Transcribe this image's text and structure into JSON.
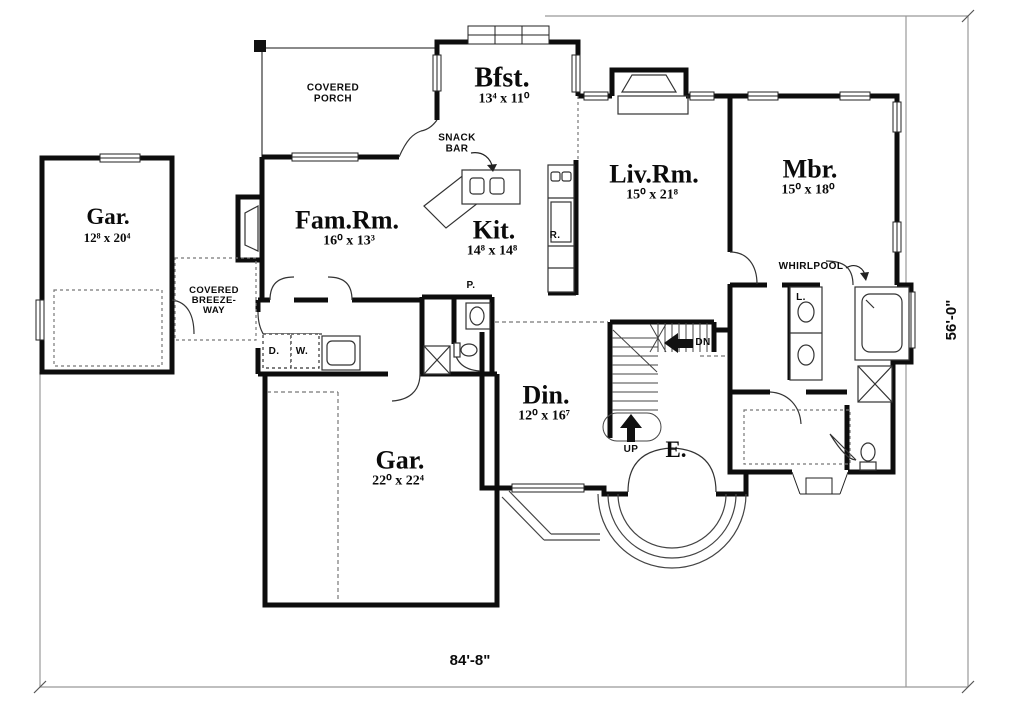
{
  "rooms": {
    "bfst": {
      "name": "Bfst.",
      "dims": "13⁴ x 11⁰"
    },
    "fam": {
      "name": "Fam.Rm.",
      "dims": "16⁰ x 13³"
    },
    "kit": {
      "name": "Kit.",
      "dims": "14⁸ x 14⁸"
    },
    "liv": {
      "name": "Liv.Rm.",
      "dims": "15⁰ x 21⁸"
    },
    "mbr": {
      "name": "Mbr.",
      "dims": "15⁰ x 18⁰"
    },
    "gar_small": {
      "name": "Gar.",
      "dims": "12⁸ x 20⁴"
    },
    "din": {
      "name": "Din.",
      "dims": "12⁰ x 16⁷"
    },
    "gar_main": {
      "name": "Gar.",
      "dims": "22⁰ x 22⁴"
    },
    "entry": {
      "name": "E."
    }
  },
  "labels": {
    "covered_porch": "COVERED\nPORCH",
    "breezeway": "COVERED\nBREEZE-\nWAY",
    "snack_bar": "SNACK\nBAR",
    "whirlpool": "WHIRLPOOL",
    "up": "UP",
    "dn": "DN",
    "dryer": "D.",
    "washer": "W.",
    "pantry": "P.",
    "refrigerator": "R.",
    "lavatory": "L."
  },
  "dimensions": {
    "width": "84'-8\"",
    "depth": "56'-0\""
  },
  "colors": {
    "wall": "#0d0d0d",
    "thin_line": "#333333",
    "dashed_line": "#777777",
    "lot_line": "#999999",
    "background": "#ffffff"
  }
}
